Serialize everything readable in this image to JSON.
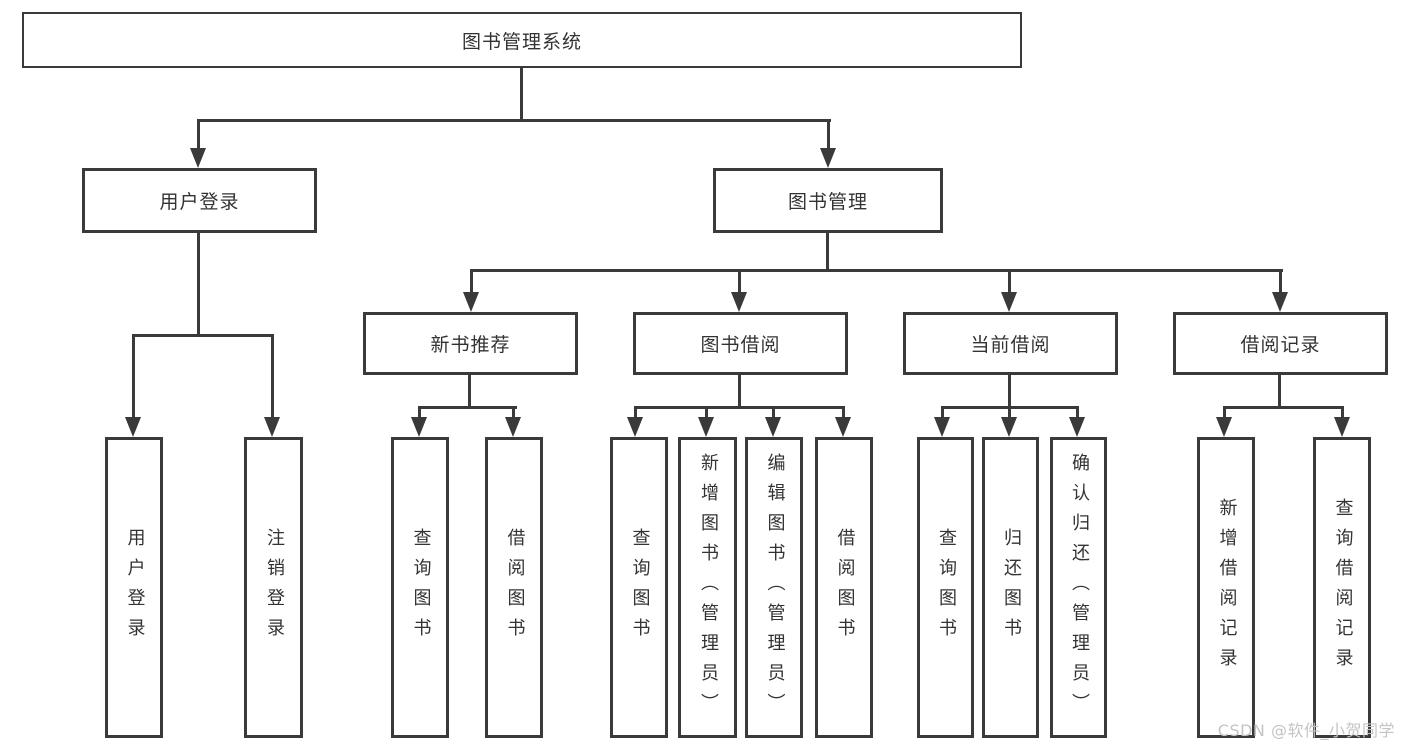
{
  "tree": {
    "root": {
      "label": "图书管理系统"
    },
    "branches": [
      {
        "label": "用户登录",
        "children": [
          {
            "label": "用户登录"
          },
          {
            "label": "注销登录"
          }
        ]
      },
      {
        "label": "图书管理",
        "children": [
          {
            "label": "新书推荐",
            "children": [
              {
                "label": "查询图书"
              },
              {
                "label": "借阅图书"
              }
            ]
          },
          {
            "label": "图书借阅",
            "children": [
              {
                "label": "查询图书"
              },
              {
                "label": "新增图书（管理员）"
              },
              {
                "label": "编辑图书（管理员）"
              },
              {
                "label": "借阅图书"
              }
            ]
          },
          {
            "label": "当前借阅",
            "children": [
              {
                "label": "查询图书"
              },
              {
                "label": "归还图书"
              },
              {
                "label": "确认归还（管理员）"
              }
            ]
          },
          {
            "label": "借阅记录",
            "children": [
              {
                "label": "新增借阅记录"
              },
              {
                "label": "查询借阅记录"
              }
            ]
          }
        ]
      }
    ]
  },
  "watermark": {
    "text": "CSDN @软件_小贺同学"
  },
  "colors": {
    "line": "#3a3a3a",
    "text": "#333333",
    "background": "#ffffff",
    "watermark": "#c4c4c4"
  }
}
